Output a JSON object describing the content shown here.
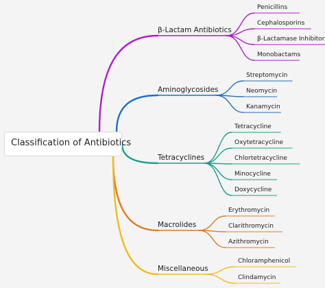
{
  "root": {
    "label": "Classification of Antibiotics"
  },
  "branches": [
    {
      "label": "β-Lactam Antibiotics",
      "color": "#b01cc8",
      "leaves": [
        "Penicillins",
        "Cephalosporins",
        "β-Lactamase Inhibitors",
        "Monobactams"
      ]
    },
    {
      "label": "Aminoglycosides",
      "color": "#1f6fc0",
      "leaves": [
        "Streptomycin",
        "Neomycin",
        "Kanamycin"
      ]
    },
    {
      "label": "Tetracyclines",
      "color": "#159f8f",
      "leaves": [
        "Tetracycline",
        "Oxytetracycline",
        "Chlortetracycline",
        "Minocycline",
        "Doxycycline"
      ]
    },
    {
      "label": "Macrolides",
      "color": "#e07a20",
      "leaves": [
        "Erythromycin",
        "Clarithromycin",
        "Azithromycin"
      ]
    },
    {
      "label": "Miscellaneous",
      "color": "#f2bb17",
      "leaves": [
        "Chloramphenicol",
        "Clindamycin"
      ]
    }
  ]
}
